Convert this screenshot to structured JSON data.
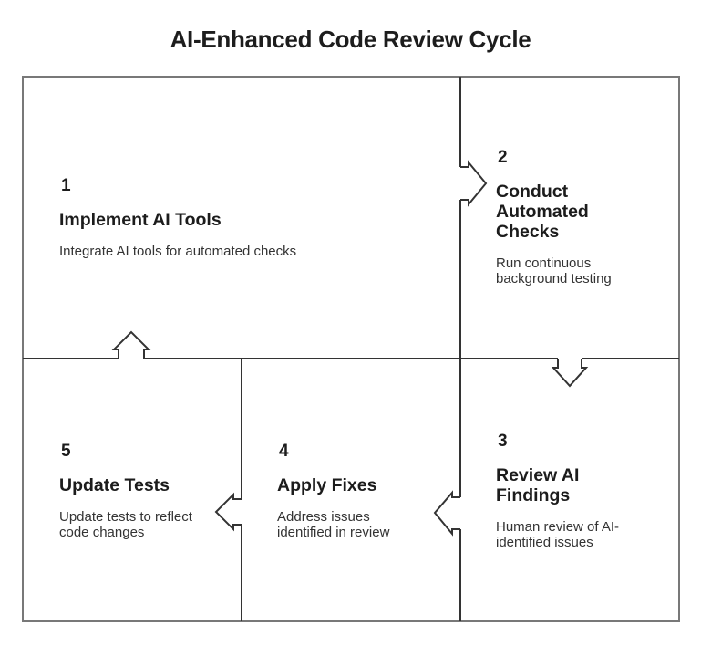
{
  "diagram": {
    "title": "AI-Enhanced Code Review Cycle",
    "type": "cycle-flow"
  },
  "steps": [
    {
      "number": "1",
      "title": "Implement AI Tools",
      "description": "Integrate AI tools for automated checks"
    },
    {
      "number": "2",
      "title": "Conduct Automated Checks",
      "description": "Run continuous background testing"
    },
    {
      "number": "3",
      "title": "Review AI Findings",
      "description": "Human review of AI-identified issues"
    },
    {
      "number": "4",
      "title": "Apply Fixes",
      "description": "Address issues identified in review"
    },
    {
      "number": "5",
      "title": "Update Tests",
      "description": "Update tests to reflect code changes"
    }
  ],
  "flow": [
    {
      "from": "1",
      "to": "2",
      "direction": "right"
    },
    {
      "from": "2",
      "to": "3",
      "direction": "down"
    },
    {
      "from": "3",
      "to": "4",
      "direction": "left"
    },
    {
      "from": "4",
      "to": "5",
      "direction": "left"
    },
    {
      "from": "5",
      "to": "1",
      "direction": "up"
    }
  ],
  "colors": {
    "background": "#ffffff",
    "outer_border": "#787878",
    "inner_lines": "#333333",
    "heading_text": "#1c1c1c",
    "body_text": "#333333"
  }
}
